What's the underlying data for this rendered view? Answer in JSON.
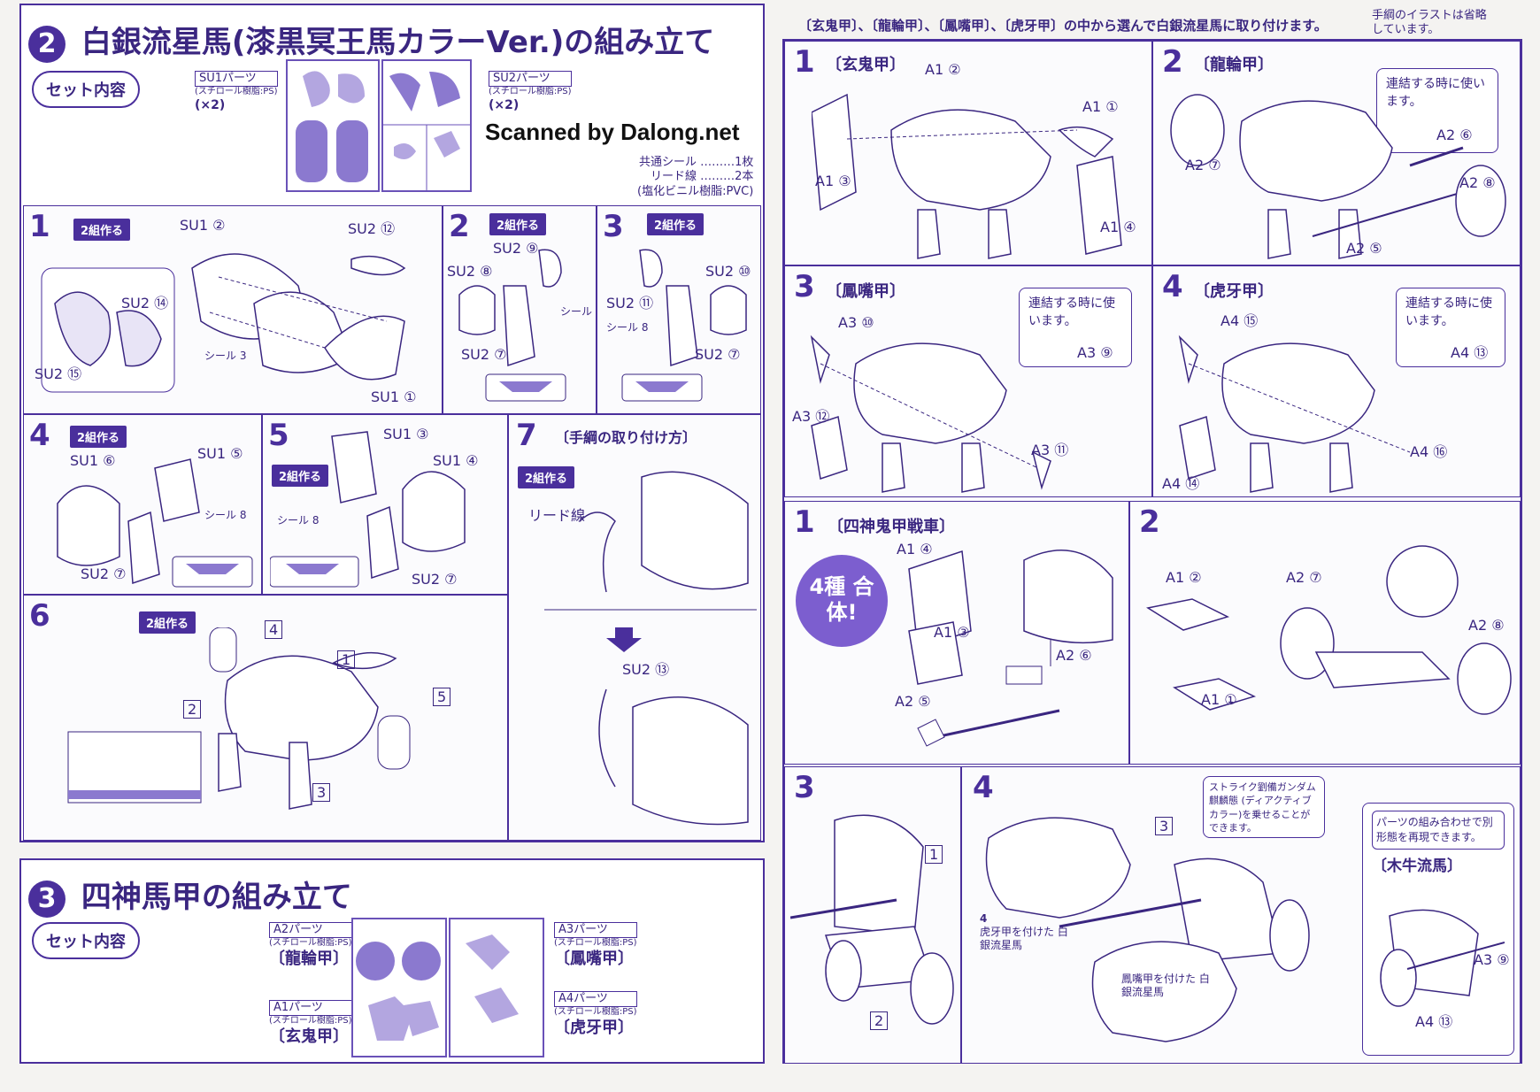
{
  "watermark": "Scanned by Dalong.net",
  "left": {
    "section2": {
      "num": "2",
      "title": "白銀流星馬(漆黒冥王馬カラーVer.)の組み立て",
      "set_label": "セット内容",
      "su1": {
        "name": "SU1パーツ",
        "material": "(スチロール樹脂:PS)",
        "qty": "(×2)"
      },
      "su2": {
        "name": "SU2パーツ",
        "material": "(スチロール樹脂:PS)",
        "qty": "(×2)"
      },
      "extras": [
        "共通シール ………1枚",
        "リード線 ………2本",
        "(塩化ビニル樹脂:PVC)"
      ],
      "steps": [
        {
          "num": "1",
          "pill": "2組作る",
          "labels": [
            "SU1 ②",
            "SU2 ⑫",
            "SU2 ⑭",
            "SU2 ⑮",
            "SU1 ①",
            "シール 3"
          ]
        },
        {
          "num": "2",
          "pill": "2組作る",
          "labels": [
            "SU2 ⑨",
            "SU2 ⑧",
            "SU2 ⑦",
            "シール 8"
          ]
        },
        {
          "num": "3",
          "pill": "2組作る",
          "labels": [
            "SU2 ⑩",
            "SU2 ⑪",
            "SU2 ⑦",
            "シール 8"
          ]
        },
        {
          "num": "4",
          "pill": "2組作る",
          "labels": [
            "SU1 ⑥",
            "SU1 ⑤",
            "SU2 ⑦",
            "シール 8"
          ]
        },
        {
          "num": "5",
          "pill": "2組作る",
          "labels": [
            "SU1 ③",
            "SU1 ④",
            "SU2 ⑦",
            "シール 8"
          ]
        },
        {
          "num": "6",
          "pill": "2組作る",
          "labels": [
            "4",
            "1",
            "2",
            "5",
            "3"
          ]
        },
        {
          "num": "7",
          "pill": "2組作る",
          "title": "〔手綱の取り付け方〕",
          "labels": [
            "リード線",
            "SU2 ⑬"
          ]
        }
      ]
    },
    "section3": {
      "num": "3",
      "title": "四神馬甲の組み立て",
      "set_label": "セット内容",
      "parts": [
        {
          "name": "A2パーツ",
          "material": "(スチロール樹脂:PS)",
          "sub": "〔龍輪甲〕"
        },
        {
          "name": "A1パーツ",
          "material": "(スチロール樹脂:PS)",
          "sub": "〔玄鬼甲〕"
        },
        {
          "name": "A3パーツ",
          "material": "(スチロール樹脂:PS)",
          "sub": "〔鳳嘴甲〕"
        },
        {
          "name": "A4パーツ",
          "material": "(スチロール樹脂:PS)",
          "sub": "〔虎牙甲〕"
        }
      ]
    }
  },
  "right": {
    "header": "〔玄鬼甲〕、〔龍輪甲〕、〔鳳嘴甲〕、〔虎牙甲〕の中から選んで白銀流星馬に取り付けます。",
    "header_note": "手綱のイラストは省略しています。",
    "armor_steps": [
      {
        "num": "1",
        "title": "〔玄鬼甲〕",
        "labels": [
          "A1 ②",
          "A1 ①",
          "A1 ③",
          "A1 ④"
        ]
      },
      {
        "num": "2",
        "title": "〔龍輪甲〕",
        "note": "連結する時に使います。",
        "labels": [
          "A2 ⑥",
          "A2 ⑦",
          "A2 ⑧",
          "A2 ⑤"
        ]
      },
      {
        "num": "3",
        "title": "〔鳳嘴甲〕",
        "note": "連結する時に使います。",
        "labels": [
          "A3 ⑩",
          "A3 ⑨",
          "A3 ⑫",
          "A3 ⑪"
        ]
      },
      {
        "num": "4",
        "title": "〔虎牙甲〕",
        "note": "連結する時に使います。",
        "labels": [
          "A4 ⑮",
          "A4 ⑬",
          "A4 ⑭",
          "A4 ⑯"
        ]
      }
    ],
    "chariot": {
      "step1_title": "〔四神鬼甲戦車〕",
      "combo": "4種 合体!",
      "step1_labels": [
        "A1 ④",
        "A1 ③",
        "A2 ⑥",
        "A2 ⑤"
      ],
      "step2_labels": [
        "A1 ②",
        "A1 ①",
        "A2 ⑦",
        "A2 ⑧"
      ],
      "step3_labels": [
        "1",
        "2"
      ],
      "step4_labels": [
        "3",
        "4",
        "虎牙甲を付けた 白銀流星馬",
        "鳳嘴甲を付けた 白銀流星馬"
      ],
      "gundam_note": "ストライク劉備ガンダム 麒麟態 (ディアクティブカラー)を乗せることができます。",
      "alt_note": "パーツの組み合わせで別形態を再現できます。",
      "alt_title": "〔木牛流馬〕",
      "alt_labels": [
        "A3 ⑨",
        "A4 ⑬"
      ]
    }
  }
}
